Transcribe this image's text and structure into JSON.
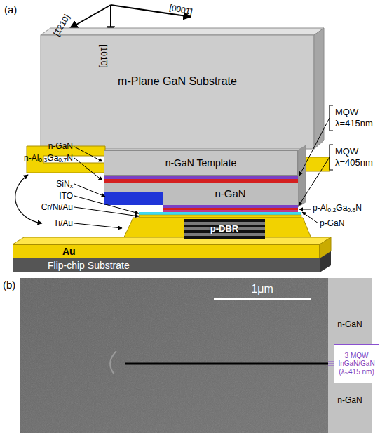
{
  "diagram": {
    "nodes": [
      {
        "text": [
          "m-Plane GaN Substrate"
        ]
      },
      {
        "text": [
          "n-GaN Template"
        ]
      },
      {
        "text": [
          "n-GaN"
        ]
      },
      {
        "text": [
          "p-DBR"
        ]
      },
      {
        "text": [
          "Au"
        ]
      },
      {
        "text": [
          "Flip-chip Substrate"
        ]
      },
      {
        "text": [
          "3 MQW InGaN/GaN (λ≈415 nm)"
        ]
      }
    ],
    "labels": [
      "(a)",
      "[1̄210]",
      "[101̄0]",
      "[0001̄]",
      "MQW λ=415nm",
      "MQW λ=405nm",
      "n-GaN",
      "n-Al0.3Ga0.7N",
      "SiNx",
      "ITO",
      "Cr/Ni/Au",
      "Ti/Au",
      "p-Al0.2Ga0.8N",
      "p-GaN",
      "(b)",
      "1μm",
      "n-GaN",
      "n-GaN"
    ]
  }
}
